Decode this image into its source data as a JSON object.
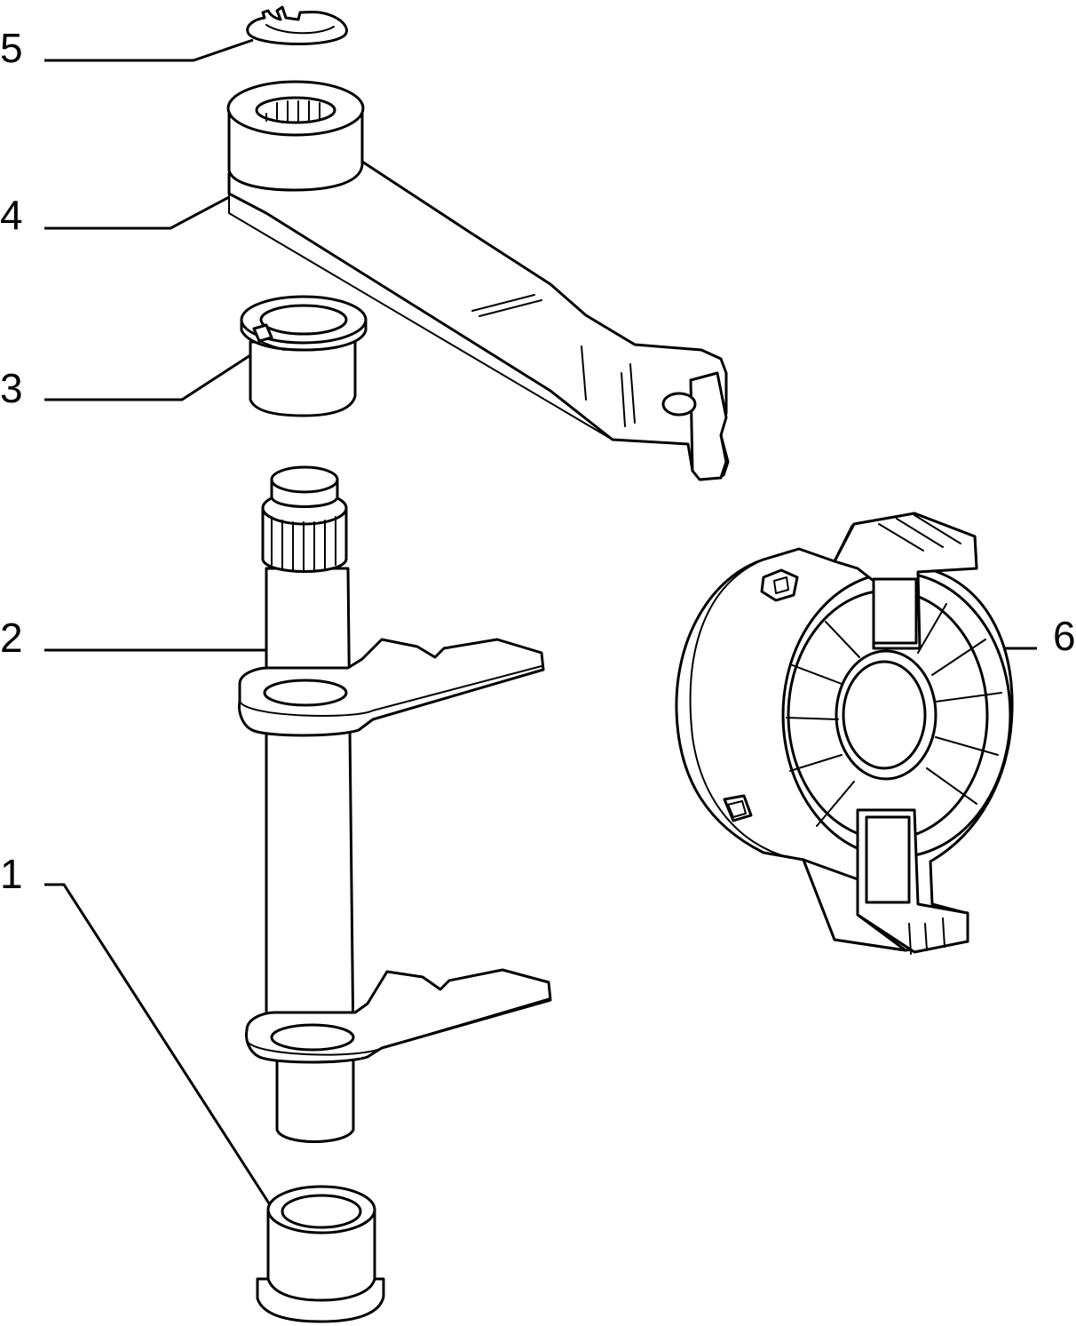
{
  "diagram": {
    "callouts": [
      {
        "id": "5",
        "label": "5"
      },
      {
        "id": "4",
        "label": "4"
      },
      {
        "id": "3",
        "label": "3"
      },
      {
        "id": "2",
        "label": "2"
      },
      {
        "id": "1",
        "label": "1"
      },
      {
        "id": "6",
        "label": "6"
      }
    ]
  }
}
